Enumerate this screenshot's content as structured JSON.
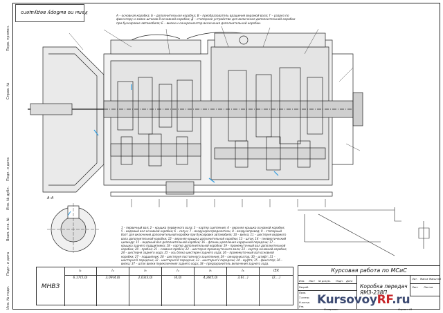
{
  "stamp_strip": {
    "items": [
      "Перв. примен.",
      "Справ. №",
      "Подп. и дата",
      "Инв. № дубл.",
      "Взам. инв. №",
      "Подп. и дата",
      "Инв. № подл."
    ]
  },
  "corner_tag": "Узлы по выбору ведущего",
  "legend_top": "А – основная коробка; Б – дополнительная коробка; В – преобразователь вращения ведомой вала; Г – разрез по фиксатору и замок штоков 8 основной коробки; Д – стопорное устройство для включения дополнительной коробки при буксировке автомобиля; Е – вилки и синхронизатор включения дополнительной коробки.",
  "legend_bottom": "1 – первичный вал; 2 – крышка первичного вала; 3 – картер сцепления; 4 – верхняя крышка основной коробки; 5 – ведомый вал основной коробки; 6 – сапун; 7 – воздухораспределитель; 8 – воздухопровод; 9 – стопорный болт для включения дополнительной коробки при буксировке автомобиля; 10 – вилка; 11 – шестерня ведомого вала дополнительной коробки; 12 – верхняя крышка дополнительной коробки; 13 – шток; 14 – пневматический цилиндр; 15 – ведомый вал дополнительной коробки; 16 – фланец крепления карданной передачи; 17 – крышка заднего подшипника; 18 – картер дополнительной коробки; 19 – промежуточный вал дополнительной коробки; 20 – пробка; 21 – сливная пробка; 22 – шестерня промежуточного вала; 23 – картер основной коробки; 24 – шестерня заднего хода; 25 – ось блока шестерен заднего хода; 26 – промежуточный вал основной коробки; 27 – подшипник; 28 – шестерня постоянного зацепления; 29 – синхронизатор; 30 – штифт; 31 – шестерня II передачи; 32 – шестерня III передачи; 33 – шестерня V передачи; 34 – муфта; 35 – фиксатор; 36 – вилка; 37 – шток вилки переключения заднего хода; 38 – предохранитель включения заднего хода.",
  "section_label": "А–А",
  "table": {
    "name": "МНВЗ",
    "columns": [
      {
        "key": "i₁",
        "value": "6,17(5,0)"
      },
      {
        "key": "i₂",
        "value": "3,09(4,0)"
      },
      {
        "key": "i₃",
        "value": "2,03(3,0)"
      },
      {
        "key": "i₄",
        "value": "(6,0)"
      },
      {
        "key": "i₅",
        "value": "4,28(5,0)"
      },
      {
        "key": "i₆",
        "value": "3,6(…)"
      },
      {
        "key": "iЗХ",
        "value": "(2,...)"
      }
    ]
  },
  "title_block": {
    "title": "Курсовая работа по МСиС",
    "subtitle": "Коробка передач ЯМЗ-238П",
    "small_labels": [
      "Изм.",
      "Лист",
      "№ докум.",
      "Подп.",
      "Дата",
      "Разраб.",
      "Пров.",
      "Т.контр.",
      "Н.контр.",
      "Утв.",
      "Лит.",
      "Масса",
      "Масштаб",
      "Лист",
      "Листов",
      "Копировал",
      "Формат А1"
    ]
  },
  "watermark": {
    "part1": "Kursovoy",
    "part2": "RF",
    "part3": ".ru"
  },
  "colors": {
    "line": "#222222",
    "accent": "#2b9be0",
    "brand_blue": "#3c4a72",
    "brand_red": "#c8262a"
  }
}
